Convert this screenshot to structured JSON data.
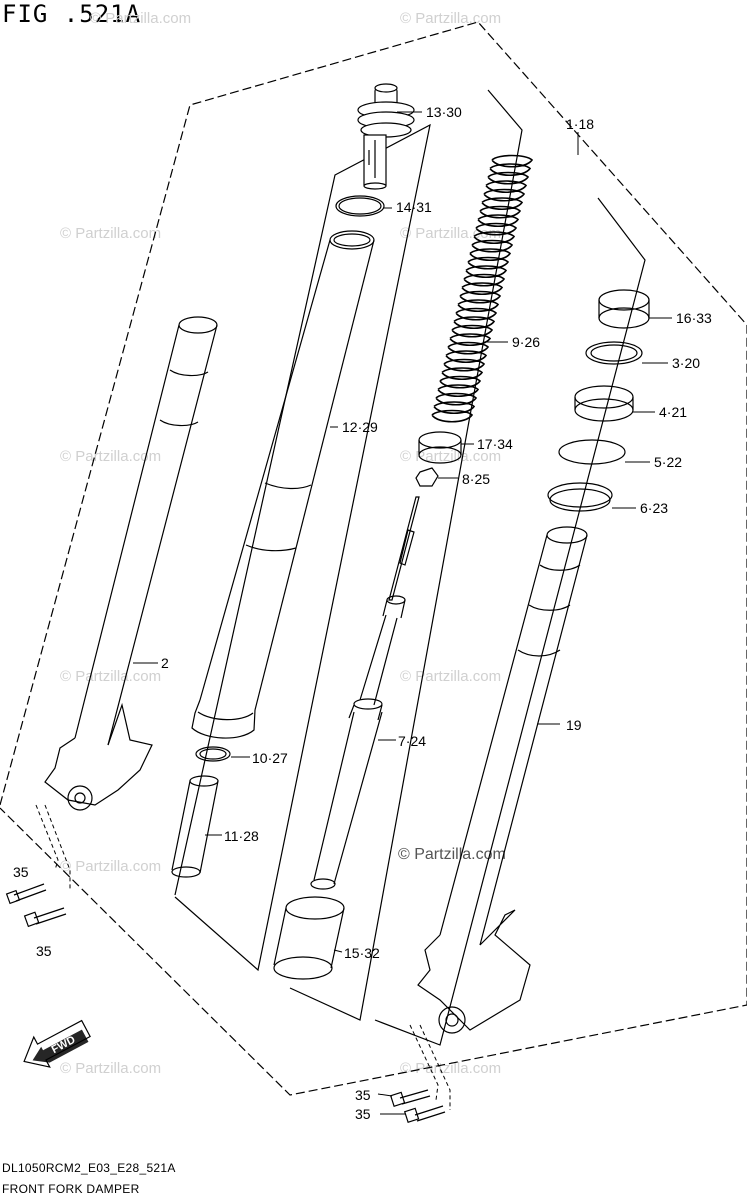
{
  "figure": {
    "title": "FIG .521A",
    "code": "DL1050RCM2_E03_E28_521A",
    "caption": "FRONT FORK DAMPER"
  },
  "watermark": {
    "text": "© Partzilla.com"
  },
  "fwd_badge": "FWD",
  "callouts": {
    "c13": "13·30",
    "c1": "1·18",
    "c14": "14·31",
    "c16": "16·33",
    "c9": "9·26",
    "c3": "3·20",
    "c4": "4·21",
    "c12": "12·29",
    "c17": "17·34",
    "c5": "5·22",
    "c8": "8·25",
    "c6": "6·23",
    "c2": "2",
    "c19": "19",
    "c7": "7·24",
    "c10": "10·27",
    "c11": "11·28",
    "c35a": "35",
    "c35b": "35",
    "c15": "15·32",
    "c35c": "35",
    "c35d": "35"
  }
}
